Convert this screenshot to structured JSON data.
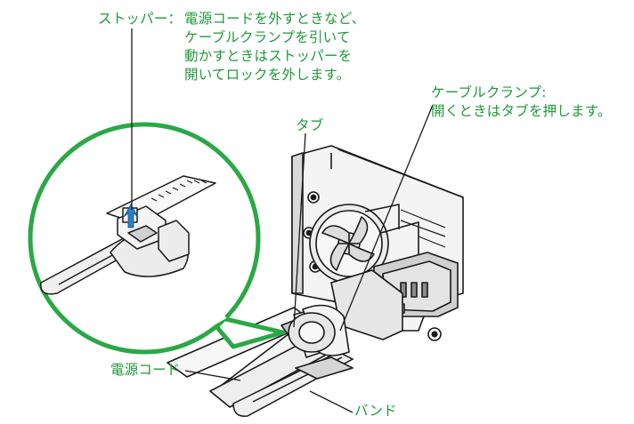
{
  "labels": {
    "stopper_title": "ストッパー：",
    "stopper_desc": [
      "電源コードを外すときなど、",
      "ケーブルクランプを引いて",
      "動かすときはストッパーを",
      "開いてロックを外します。"
    ],
    "clamp": [
      "ケーブルクランプ:",
      "開くときはタブを押します。"
    ],
    "tab": "タブ",
    "power_cord": "電源コード",
    "band": "バンド"
  },
  "colors": {
    "accent": "#1f9a3a",
    "callout_ring": "#2aa845",
    "arrow": "#2a7fc7",
    "clamp_fill": "#e6e6e6",
    "tab_fill": "#c8c8c8",
    "line": "#1a1a1a"
  }
}
